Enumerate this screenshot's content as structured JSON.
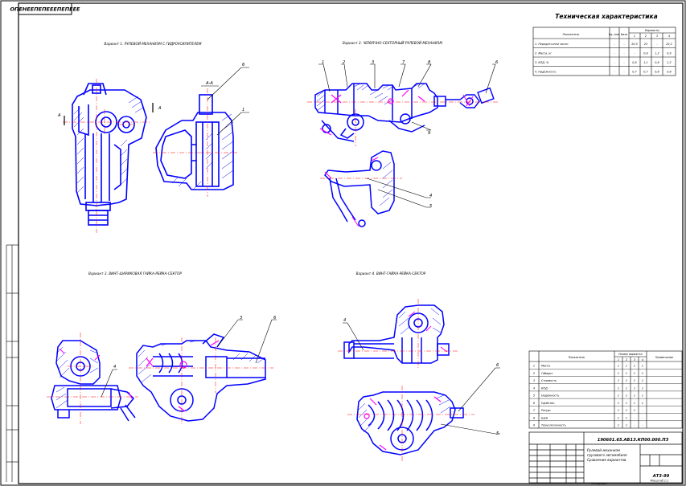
{
  "drawing": {
    "corner_stamp": "ОПЕНЕЕПЕПЕЕЕПЕПЕЕЕ",
    "views": [
      {
        "caption": "Вариант 1. РУЛЕВОЙ МЕХАНИЗМ С ГИДРОУСИЛИТЕЛЕМ",
        "callouts": [
          "6",
          "1"
        ],
        "section_label": "А-А",
        "section_marks": [
          "А",
          "А"
        ]
      },
      {
        "caption": "Вариант 2. ЧЕРВЯЧНО-СЕКТОРНЫЙ РУЛЕВОЙ МЕХАНИЗМ",
        "callouts": [
          "1",
          "2",
          "3",
          "7",
          "8",
          "6",
          "9",
          "4",
          "5"
        ]
      },
      {
        "caption": "Вариант 3. ВИНТ-ШАРИКОВАЯ ГАЙКА-РЕЙКА-СЕКТОР",
        "callouts": [
          "3",
          "6",
          "4"
        ]
      },
      {
        "caption": "Вариант 4. ВИНТ-ГАЙКА-РЕЙКА-СЕКТОР",
        "callouts": [
          "4",
          "6",
          "5"
        ]
      }
    ]
  },
  "tech_table": {
    "title": "Техническая характеристика",
    "header_main": "Показатель",
    "header_units": "Ед. изм.",
    "header_base": "База",
    "header_group": "Варианты",
    "variant_cols": [
      "1",
      "2",
      "3",
      "4"
    ],
    "rows": [
      {
        "name": "1. Передаточное число",
        "unit": "-",
        "base": "-",
        "vals": [
          "20,5",
          "23",
          "-",
          "22,2"
        ]
      },
      {
        "name": "2. Масса, кг",
        "unit": "-",
        "base": "-",
        "vals": [
          "-",
          "0,8",
          "1,2",
          "0,9"
        ]
      },
      {
        "name": "3. КПД, %",
        "unit": "-",
        "base": "-",
        "vals": [
          "0,8",
          "1,1",
          "0,8",
          "1,2"
        ]
      },
      {
        "name": "4. Надёжность",
        "unit": "-",
        "base": "-",
        "vals": [
          "0,7",
          "0,7",
          "0,6",
          "0,6"
        ]
      }
    ]
  },
  "score_table": {
    "header_main": "Показатель",
    "header_group": "Номер варианта",
    "header_note": "Примечание",
    "variant_cols": [
      "1",
      "2",
      "3",
      "4"
    ],
    "rows": [
      {
        "num": "1",
        "name": "Масса",
        "vals": [
          "1",
          "1",
          "1",
          "1"
        ]
      },
      {
        "num": "2",
        "name": "Габарит",
        "vals": [
          "1",
          "1",
          "1",
          "1"
        ]
      },
      {
        "num": "3",
        "name": "Стоимость",
        "vals": [
          "1",
          "1",
          "1",
          "1"
        ]
      },
      {
        "num": "4",
        "name": "КПД",
        "vals": [
          "1",
          "1",
          "1",
          "1"
        ]
      },
      {
        "num": "5",
        "name": "Надёжность",
        "vals": [
          "1",
          "1",
          "1",
          "1"
        ]
      },
      {
        "num": "6",
        "name": "Удобство",
        "vals": [
          "1",
          "1",
          "1",
          "1"
        ]
      },
      {
        "num": "7",
        "name": "Ресурс",
        "vals": [
          "1",
          "1",
          "1",
          "-"
        ]
      },
      {
        "num": "8",
        "name": "Шум",
        "vals": [
          "1",
          "1",
          "-",
          "-"
        ]
      },
      {
        "num": "9",
        "name": "Технологичность",
        "vals": [
          "1",
          "1",
          "-",
          "-"
        ]
      }
    ]
  },
  "title_block": {
    "designation": "190601.65.АБ13.КП00.000.ПЗ",
    "description_lines": [
      "Рулевой механизм",
      "грузового автомобиля",
      "Сравнение вариантов"
    ],
    "group": "АТ3-99",
    "sheet_label": "Масштаб 1:1",
    "footer": "Копировал"
  },
  "colors": {
    "line": "#000000",
    "section": "#0000ff",
    "axis": "#ff0000",
    "accent": "#ff00ff",
    "dim": "#ff8000"
  }
}
